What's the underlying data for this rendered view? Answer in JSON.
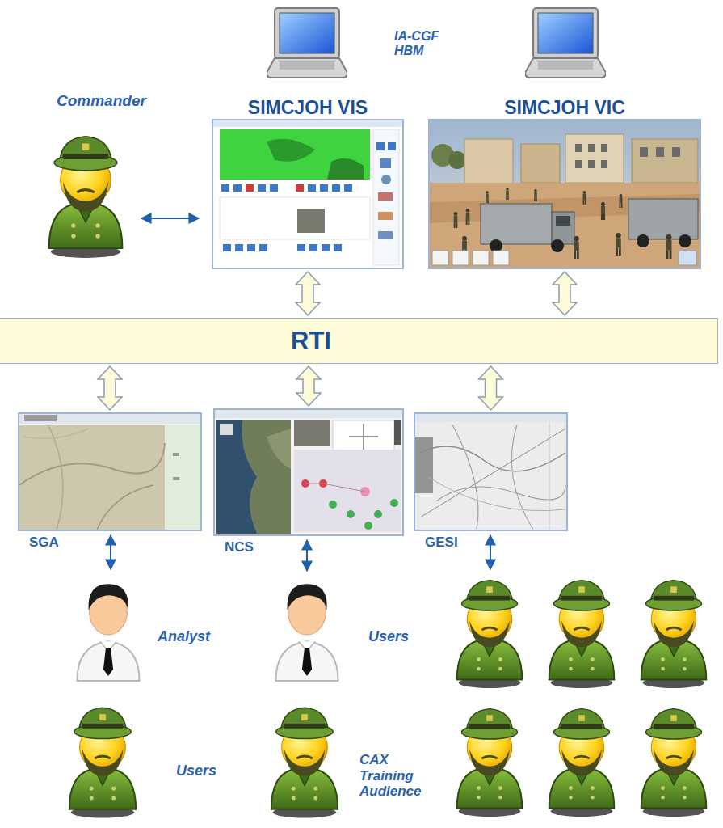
{
  "diagram": {
    "nodes": [
      {
        "text": [
          "SIMCJOH VIS"
        ]
      },
      {
        "text": [
          "SIMCJOH VIC"
        ]
      },
      {
        "text": [
          "RTI"
        ]
      },
      {
        "text": [
          "SGA"
        ]
      },
      {
        "text": [
          "NCS"
        ]
      },
      {
        "text": [
          "GESI"
        ]
      }
    ],
    "edges": [
      {
        "from": 0,
        "to": 2,
        "arrow": "both"
      },
      {
        "from": 1,
        "to": 2,
        "arrow": "both"
      },
      {
        "from": 2,
        "to": 3,
        "arrow": "both"
      },
      {
        "from": 2,
        "to": 4,
        "arrow": "both"
      },
      {
        "from": 2,
        "to": 5,
        "arrow": "both"
      }
    ],
    "labels": [
      "IA-CGF HBM",
      "Commander",
      "Analyst",
      "Users",
      "Users",
      "CAX Training Audience"
    ]
  }
}
